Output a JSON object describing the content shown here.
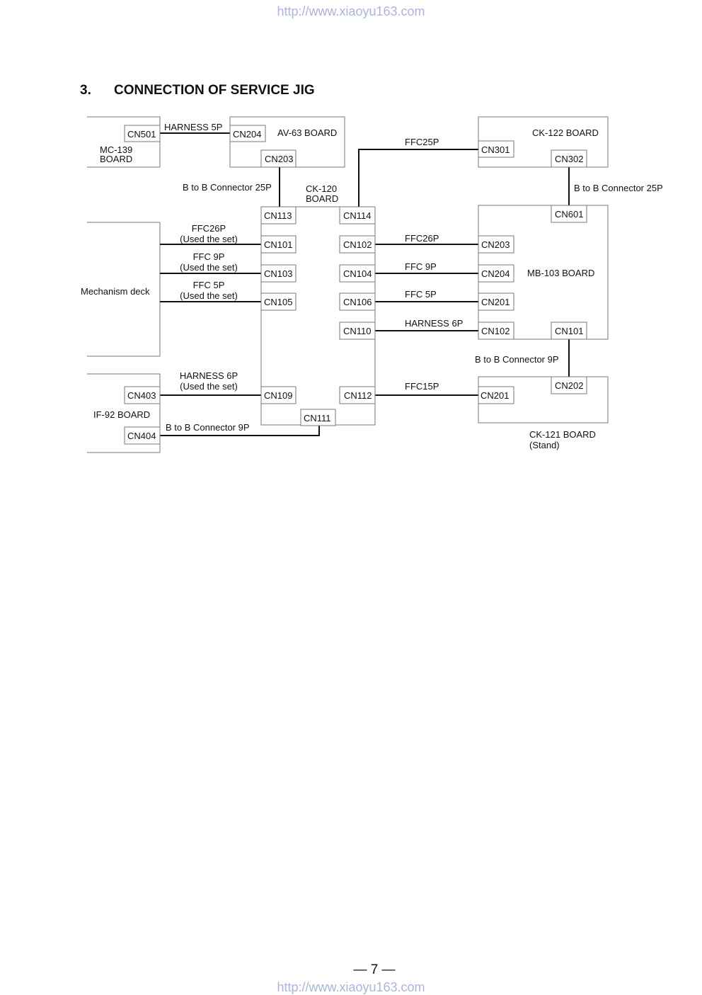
{
  "header_url": "http://www.xiaoyu163.com",
  "footer_url": "http://www.xiaoyu163.com",
  "page_number": "— 7 —",
  "section": {
    "number": "3.",
    "title": "CONNECTION OF SERVICE JIG"
  },
  "boards": {
    "mc139": [
      "MC-139",
      "BOARD"
    ],
    "av63": "AV-63 BOARD",
    "ck120": [
      "CK-120",
      "BOARD"
    ],
    "ck122": "CK-122 BOARD",
    "mb103": "MB-103 BOARD",
    "ck121": [
      "CK-121 BOARD",
      "(Stand)"
    ],
    "mech": "Mechanism deck",
    "if92": "IF-92 BOARD"
  },
  "connectors": {
    "cn501": "CN501",
    "cn204_av": "CN204",
    "cn203_av": "CN203",
    "cn113": "CN113",
    "cn114": "CN114",
    "cn101": "CN101",
    "cn103": "CN103",
    "cn105": "CN105",
    "cn109": "CN109",
    "cn111": "CN111",
    "cn102": "CN102",
    "cn104": "CN104",
    "cn106": "CN106",
    "cn110": "CN110",
    "cn112": "CN112",
    "cn301": "CN301",
    "cn302": "CN302",
    "cn601": "CN601",
    "cn203_mb": "CN203",
    "cn204_mb": "CN204",
    "cn201_mb": "CN201",
    "cn102_mb": "CN102",
    "cn101_mb": "CN101",
    "cn202": "CN202",
    "cn201_ck": "CN201",
    "cn403": "CN403",
    "cn404": "CN404"
  },
  "cables": {
    "harness5p": "HARNESS  5P",
    "btob25_left": "B to B Connector 25P",
    "ffc25p": "FFC25P",
    "btob25_right": "B to B Connector 25P",
    "ffc26p_left": [
      "FFC26P",
      "(Used the set)"
    ],
    "ffc9p_left": [
      "FFC  9P",
      "(Used the set)"
    ],
    "ffc5p_left": [
      "FFC  5P",
      "(Used the set)"
    ],
    "ffc26p_right": "FFC26P",
    "ffc9p_right": "FFC  9P",
    "ffc5p_right": "FFC  5P",
    "harness6p_right": "HARNESS  6P",
    "btob9_right": "B to B Connector 9P",
    "harness6p_left": [
      "HARNESS  6P",
      "(Used the set)"
    ],
    "ffc15p": "FFC15P",
    "btob9_left": "B to B Connector 9P"
  }
}
